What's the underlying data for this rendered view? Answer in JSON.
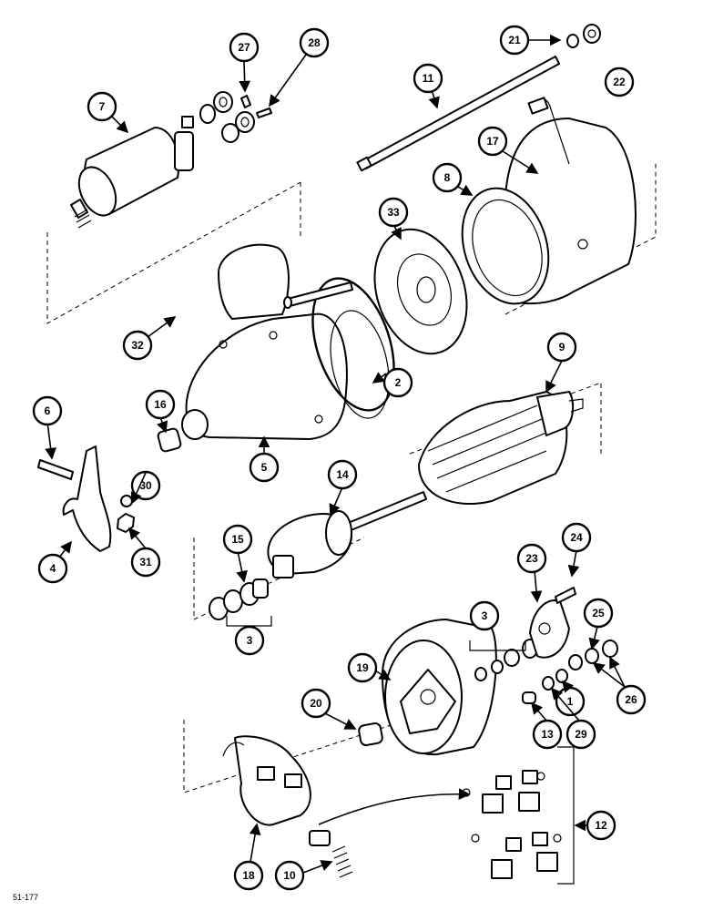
{
  "figure_ref": "51-177",
  "callouts": [
    "7",
    "27",
    "28",
    "21",
    "22",
    "11",
    "17",
    "8",
    "33",
    "32",
    "2",
    "9",
    "6",
    "16",
    "5",
    "30",
    "31",
    "4",
    "14",
    "15",
    "24",
    "23",
    "25",
    "3",
    "3",
    "19",
    "20",
    "1",
    "26",
    "13",
    "29",
    "12",
    "18",
    "10"
  ],
  "arrow_color": "#000000"
}
